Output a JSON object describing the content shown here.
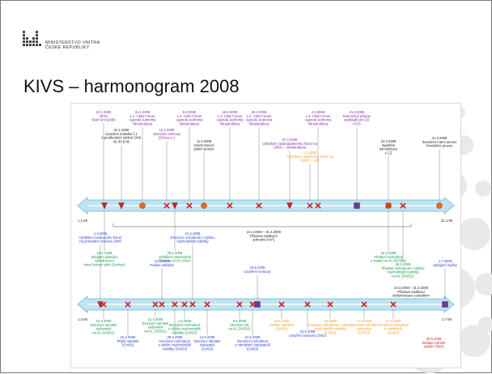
{
  "header": {
    "ministry_line1": "MINISTERSTVO VNITRA",
    "ministry_line2": "ČESKÉ REPUBLIKY"
  },
  "slide": {
    "title": "KIVS – harmonogram 2008"
  },
  "timeline_top": {
    "start_label": "1.1.08",
    "end_label": "31.1.08",
    "events": [
      {
        "date": "22.1.2008",
        "text": [
          "OPIS",
          "Start KIVS2008"
        ],
        "color": "purple",
        "pos": "above",
        "marker": "none"
      },
      {
        "date": "24.1.2008",
        "text": [
          "Uzavření dodatku č.1",
          "k prodloužení služeb CMS",
          "do 30.6.08"
        ],
        "color": "black",
        "pos": "above",
        "marker": "triangle"
      },
      {
        "date": "31.1.2008",
        "text": [
          "1.1. CMS Forum",
          "Agenda Jednotná",
          "infrastruktura"
        ],
        "color": "purple",
        "pos": "above",
        "marker": "circle"
      },
      {
        "date": "12.2.2008",
        "text": [
          "Ukončení smlouvy",
          "(Síťovy in.)"
        ],
        "color": "purple",
        "pos": "above",
        "marker": "x"
      },
      {
        "date": "8.2.2008",
        "text": [
          "1.2. CMS Forum",
          "Agenda Jednotná",
          "infrastruktura"
        ],
        "color": "purple",
        "pos": "above",
        "marker": "x"
      },
      {
        "date": "11.2.2008",
        "text": [
          "InterConnect",
          "pilotní provoz"
        ],
        "color": "black",
        "pos": "above",
        "marker": "circle"
      },
      {
        "date": "19.2.2008",
        "text": [
          "1.3. CMS Forum",
          "Agenda Jednotná",
          "infrastruktura"
        ],
        "color": "purple",
        "pos": "above",
        "marker": "x"
      },
      {
        "date": "26.2.2008",
        "text": [
          "1.4. CMS Forum",
          "Agenda Jednotná",
          "infrastruktura"
        ],
        "color": "purple",
        "pos": "above",
        "marker": "x"
      },
      {
        "date": "27.2.2008",
        "text": [
          "Vyhlášení zjednodušeného řízení na",
          "CMS2 – infrastruktura"
        ],
        "color": "purple",
        "pos": "above",
        "marker": "triangle"
      },
      {
        "date": "4.3.2008",
        "text": [
          "1.5. CMS Forum",
          "Agenda Jednotná",
          "infrastruktura"
        ],
        "color": "purple",
        "pos": "above",
        "marker": "x"
      },
      {
        "date": "1.3.2008",
        "text": [
          "Vyhlášení otevřeného řízení na",
          "CMS2 – sítě"
        ],
        "color": "orange",
        "pos": "above",
        "marker": "x"
      },
      {
        "date": "21.3.2008",
        "text": [
          "Dokončení příprav",
          "podkladů pro ZD",
          "KIVS"
        ],
        "color": "purple",
        "pos": "above",
        "marker": "square"
      },
      {
        "date": "24.3.2008",
        "text": [
          "Spuštění",
          "komunikace",
          "s CZ"
        ],
        "color": "black",
        "pos": "above",
        "marker": "circle"
      },
      {
        "date": "31.3.2008",
        "text": [
          "Zavedení InterConnect",
          "Produkční provoz"
        ],
        "color": "black",
        "pos": "above",
        "marker": "circle"
      },
      {
        "date": "18.1.2008",
        "text": [
          "Zahájení pilotního",
          "vyhodnocení",
          "InterConnect pilot (GovNet)"
        ],
        "color": "green",
        "pos": "below",
        "marker": "triangle"
      },
      {
        "date": "28.1.2008",
        "text": [
          "Vyhlášení otevřeného",
          "řízení na KIVS CMS2"
        ],
        "color": "green",
        "pos": "below",
        "marker": "triangle"
      },
      {
        "date": "15.3.2008",
        "text": [
          "Předání rozhodnutí",
          "o zadání na KL ZKSB12"
        ],
        "color": "green",
        "pos": "below",
        "marker": "x"
      },
      {
        "date": "26.3.2008",
        "text": [
          "Předání rozhodnutí o výběru",
          "nejvhodnější nabídky",
          "na KL ZKSB12"
        ],
        "color": "green",
        "pos": "below",
        "marker": "x"
      },
      {
        "date": "23.3.2008 – 31.3.2008",
        "text": [
          "Příprava zadávací",
          "dokumentace centrálním",
          "zadavatelem"
        ],
        "color": "black",
        "pos": "below",
        "marker": "none"
      }
    ],
    "span_label": [
      "22.1.2008 – 31.3.2008",
      "Příprava zadávací",
      "jednotné KIVS"
    ]
  },
  "timeline_bottom": {
    "start_label": "1.4.08",
    "end_label": "1.7.08",
    "events": [
      {
        "date": "1.4.2008",
        "text": [
          "Vyhlášení zadávacího řízení",
          "na provádění smlouvy 2008"
        ],
        "color": "blue",
        "pos": "above",
        "marker": "triangle"
      },
      {
        "date": "14.4.2008",
        "text": [
          "Podání nabídek"
        ],
        "color": "blue",
        "pos": "above",
        "marker": "x"
      },
      {
        "date": "24.4.2008",
        "text": [
          "Doručení rozhodnutí o výběru",
          "nejvhodnější nabídky"
        ],
        "color": "blue",
        "pos": "above",
        "marker": "x"
      },
      {
        "date": "15.5.2008",
        "text": [
          "Uzavření smlouvy"
        ],
        "color": "blue",
        "pos": "above",
        "marker": "square"
      },
      {
        "date": "1.7.2008",
        "text": [
          "Zahájení služby"
        ],
        "color": "blue",
        "pos": "above",
        "marker": "square"
      },
      {
        "date": "10.4.2008",
        "text": [
          "Doručení námitek",
          "zadavateli",
          "na KL ZKSB12"
        ],
        "color": "green",
        "pos": "below",
        "marker": "x"
      },
      {
        "date": "16.4.2008",
        "text": [
          "Přijetí nabídek",
          "(CMS3)"
        ],
        "color": "blue",
        "pos": "below",
        "marker": "x"
      },
      {
        "date": "21.4.2008",
        "text": [
          "Doručení námitek",
          "zadavateli",
          "na KL ZKSB12"
        ],
        "color": "green",
        "pos": "below",
        "marker": "x"
      },
      {
        "date": "28.4.2008",
        "text": [
          "Doručení rozhodnutí",
          "o výběru nejvhodnější",
          "nabídky (CMS3)"
        ],
        "color": "blue",
        "pos": "below",
        "marker": "x"
      },
      {
        "date": "1.5.2008",
        "text": [
          "Doručení rozhodnutí",
          "o výběru nejvhodnější",
          "nabídky (CMS3)"
        ],
        "color": "green",
        "pos": "below",
        "marker": "x"
      },
      {
        "date": "12.5.2008",
        "text": [
          "Doručení námitek",
          "zadavateli",
          "(CMS3)"
        ],
        "color": "blue",
        "pos": "below",
        "marker": "x"
      },
      {
        "date": "8.5.2008",
        "text": [
          "Ukončení 90",
          "na KL ZKSB12"
        ],
        "color": "green",
        "pos": "below",
        "marker": "x"
      },
      {
        "date": "21.5.2008",
        "text": [
          "Doručení rozhodnutí",
          "o námitkách zadavatelů",
          "(CMS3)"
        ],
        "color": "blue",
        "pos": "below",
        "marker": "x"
      },
      {
        "date": "23.5.2008",
        "text": [
          "Podání nabídek",
          "(CMS3)"
        ],
        "color": "orange",
        "pos": "below",
        "marker": "x"
      },
      {
        "date": "31.5.2008",
        "text": [
          "Uzavření smlouvy CMS3"
        ],
        "color": "blue",
        "pos": "below",
        "marker": "x"
      },
      {
        "date": "2.6.2008",
        "text": [
          "Doručení rozhodnutí o výběru",
          "nejvhodnější nabídky",
          "(CMS3)"
        ],
        "color": "orange",
        "pos": "below",
        "marker": "x"
      },
      {
        "date": "17.6.2008",
        "text": [
          "Doručení námitek",
          "zadavateli",
          "(CMS3)"
        ],
        "color": "orange",
        "pos": "below",
        "marker": "x"
      },
      {
        "date": "27.6.2008",
        "text": [
          "Doručení rozhodnutí",
          "o námitkách",
          "(CMS3)"
        ],
        "color": "orange",
        "pos": "below",
        "marker": "x"
      },
      {
        "date": "30.6.2008",
        "text": [
          "Zahájení plnění",
          "služeb CMS3"
        ],
        "color": "red",
        "pos": "below",
        "marker": "none"
      }
    ]
  },
  "colors": {
    "blue": "#2a3dc2",
    "purple": "#7a2ba3",
    "black": "#222222",
    "green": "#199145",
    "orange": "#f09b2a",
    "red": "#c42020",
    "marker_red": "#d2231e",
    "marker_orange": "#e86a1a",
    "marker_purple": "#6b3b9a",
    "arrow_fill": "#bfe3f1",
    "arrow_stroke": "#6fb7d6",
    "circle_decor": "#e9e9e9"
  }
}
